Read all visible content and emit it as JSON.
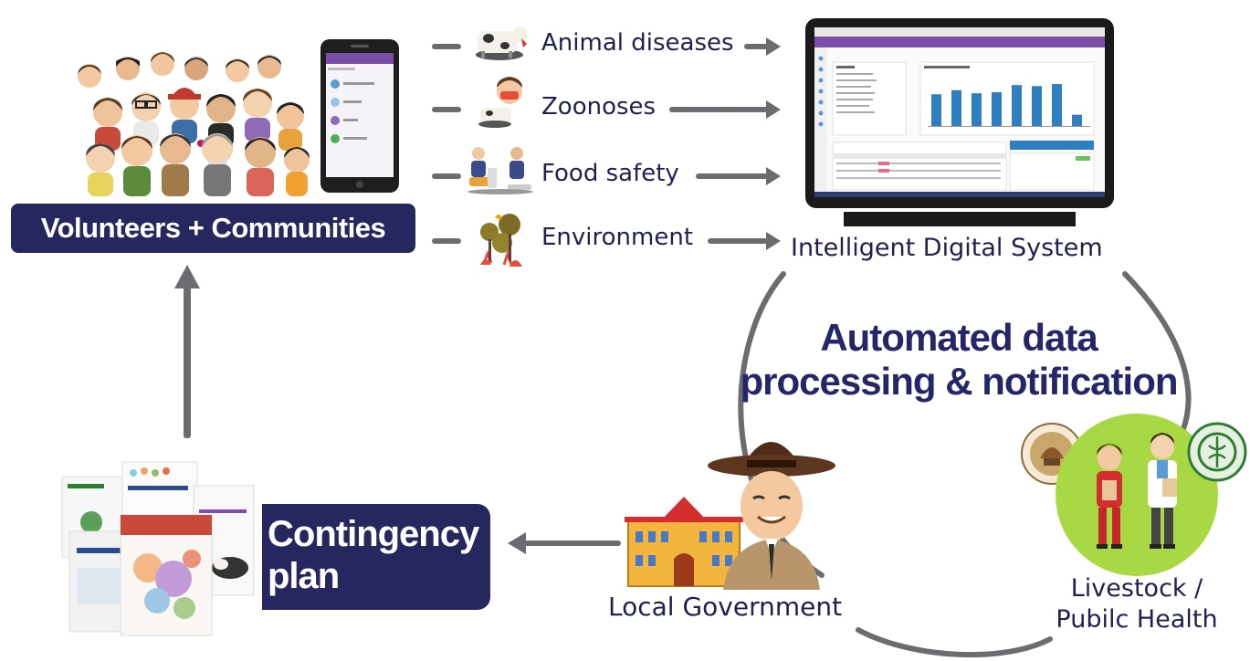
{
  "volunteers_box": {
    "label": "Volunteers + Communities"
  },
  "categories": [
    {
      "label": "Animal diseases",
      "icon": "cow-icon"
    },
    {
      "label": "Zoonoses",
      "icon": "masked-person-icon"
    },
    {
      "label": "Food safety",
      "icon": "food-inspection-icon"
    },
    {
      "label": "Environment",
      "icon": "burning-trees-icon"
    }
  ],
  "system": {
    "label": "Intelligent Digital System"
  },
  "automation": {
    "line1": "Automated data",
    "line2": "processing & notification"
  },
  "livestock": {
    "line1": "Livestock /",
    "line2": "Pubilc Health"
  },
  "local_gov": {
    "label": "Local Government"
  },
  "contingency": {
    "line1": "Contingency",
    "line2": "plan"
  },
  "colors": {
    "navy": "#26275f",
    "arrow_gray": "#6c6c70",
    "bar_blue": "#2d7fc2",
    "purple_header": "#7b4fa8",
    "green_circle": "#a9d845"
  },
  "dashboard_bars": [
    0.62,
    0.7,
    0.64,
    0.66,
    0.8,
    0.78,
    0.82,
    0.22
  ]
}
